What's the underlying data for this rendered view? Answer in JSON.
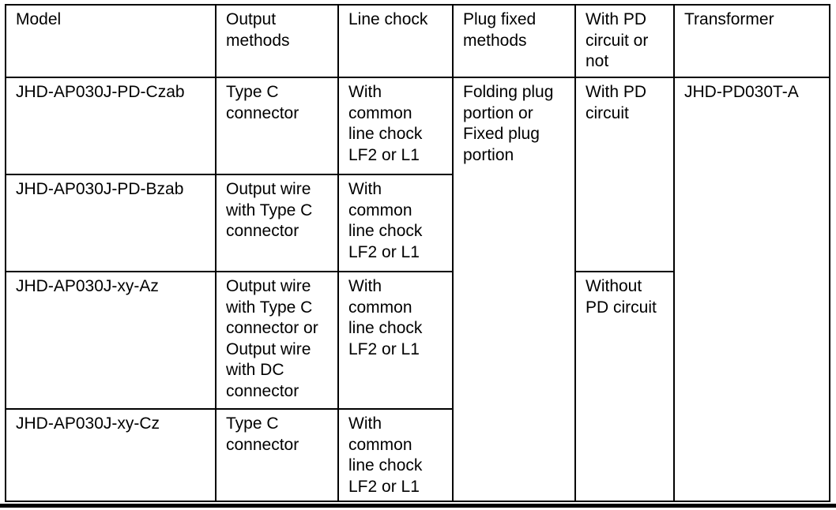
{
  "page": {
    "background_color": "#ffffff",
    "line_color": "#000000"
  },
  "table": {
    "header": {
      "model": "Model",
      "output_methods": "Output\nmethods",
      "line_chock": "Line chock",
      "plug_fixed_methods": "Plug fixed\nmethods",
      "pd_circuit": "With PD\ncircuit or\nnot",
      "transformer": "Transformer"
    },
    "rows": [
      {
        "model": "JHD-AP030J-PD-Czab",
        "output_method": "Type C\nconnector",
        "line_chock": "With\ncommon\nline chock\nLF2 or L1"
      },
      {
        "model": "JHD-AP030J-PD-Bzab",
        "output_method": "Output wire\nwith Type C\nconnector",
        "line_chock": "With\ncommon\nline chock\nLF2 or L1"
      },
      {
        "model": "JHD-AP030J-xy-Az",
        "output_method": "Output wire\nwith Type C\nconnector or\nOutput wire\nwith DC\nconnector",
        "line_chock": "With\ncommon\nline chock\nLF2 or L1"
      },
      {
        "model": "JHD-AP030J-xy-Cz",
        "output_method": "Type C\nconnector",
        "line_chock": "With\ncommon\nline chock\nLF2 or L1"
      }
    ],
    "merged_cells": {
      "plug_fixed_methods": "Folding plug\nportion or\nFixed plug\nportion",
      "with_pd_circuit": "With PD\ncircuit",
      "without_pd_circuit": "Without\nPD circuit",
      "transformer": "JHD-PD030T-A"
    }
  }
}
